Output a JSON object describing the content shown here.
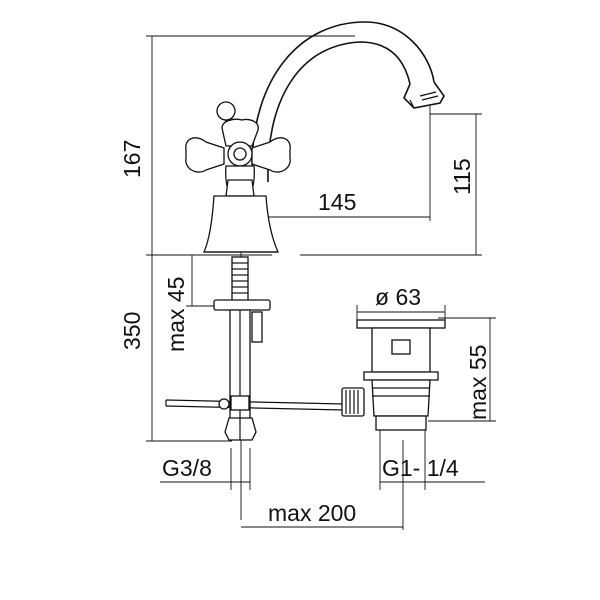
{
  "dimensions": {
    "overall_height": "167",
    "spout_height": "115",
    "spout_reach": "145",
    "body_height": "350",
    "deck_thickness": "max 45",
    "waste_diameter": "ø 63",
    "waste_depth": "max 55",
    "supply_thread": "G3/8",
    "waste_thread": "G1- 1/4",
    "rod_length": "max 200"
  }
}
